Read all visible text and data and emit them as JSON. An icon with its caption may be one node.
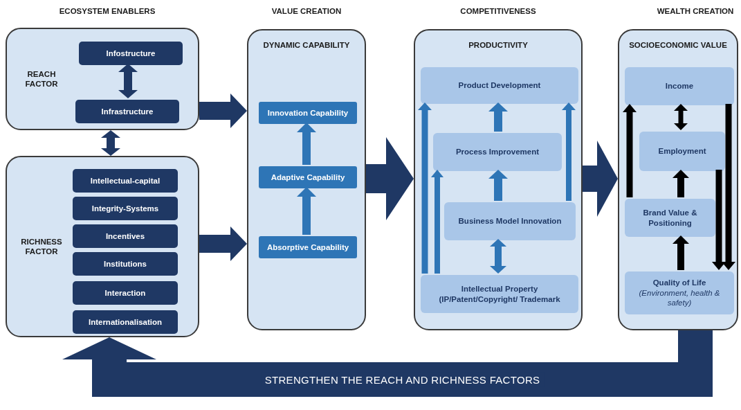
{
  "diagram": {
    "nodes": [
      {
        "text": [
          "REACH FACTOR"
        ]
      },
      {
        "text": [
          "Infostructure"
        ],
        "in": 0
      },
      {
        "text": [
          "Infrastructure"
        ],
        "in": 0
      },
      {
        "text": [
          "RICHNESS FACTOR"
        ]
      },
      {
        "text": [
          "Intellectual-capital"
        ],
        "in": 3
      },
      {
        "text": [
          "Integrity-Systems"
        ],
        "in": 3
      },
      {
        "text": [
          "Incentives"
        ],
        "in": 3
      },
      {
        "text": [
          "Institutions"
        ],
        "in": 3
      },
      {
        "text": [
          "Interaction"
        ],
        "in": 3
      },
      {
        "text": [
          "Internationalisation"
        ],
        "in": 3
      },
      {
        "text": [
          "DYNAMIC CAPABILITY"
        ]
      },
      {
        "text": [
          "Innovation Capability"
        ],
        "in": 10
      },
      {
        "text": [
          "Adaptive Capability"
        ],
        "in": 10
      },
      {
        "text": [
          "Absorptive Capability"
        ],
        "in": 10
      },
      {
        "text": [
          "PRODUCTIVITY"
        ]
      },
      {
        "text": [
          "Product Development"
        ],
        "in": 14
      },
      {
        "text": [
          "Process Improvement"
        ],
        "in": 14
      },
      {
        "text": [
          "Business Model Innovation"
        ],
        "in": 14
      },
      {
        "text": [
          "Intellectual Property (IP/Patent/Copyright/ Trademark"
        ],
        "in": 14
      },
      {
        "text": [
          "SOCIOECONOMIC VALUE"
        ]
      },
      {
        "text": [
          "Income"
        ],
        "in": 19
      },
      {
        "text": [
          "Employment"
        ],
        "in": 19
      },
      {
        "text": [
          "Brand Value & Positioning"
        ],
        "in": 19
      },
      {
        "text": [
          "Quality of Life",
          "(Environment, health & safety)"
        ],
        "in": 19
      }
    ],
    "edges": [
      {
        "from": 1,
        "to": 2,
        "arrow": "both",
        "color": "#1f3864"
      },
      {
        "from": 0,
        "to": 3,
        "arrow": "both",
        "color": "#1f3864"
      },
      {
        "from": 0,
        "to": 10,
        "arrow": "to",
        "style": "thick",
        "color": "#1f3864"
      },
      {
        "from": 3,
        "to": 10,
        "arrow": "to",
        "style": "thick",
        "color": "#1f3864"
      },
      {
        "from": 13,
        "to": 12,
        "arrow": "to"
      },
      {
        "from": 12,
        "to": 11,
        "arrow": "to"
      },
      {
        "from": 10,
        "to": 14,
        "arrow": "to",
        "style": "thick",
        "color": "#1f3864"
      },
      {
        "from": 14,
        "to": 19,
        "arrow": "to",
        "style": "thick",
        "color": "#1f3864"
      },
      {
        "from": 16,
        "to": 15,
        "arrow": "to"
      },
      {
        "from": 17,
        "to": 16,
        "arrow": "to"
      },
      {
        "from": 17,
        "to": 18,
        "arrow": "both"
      },
      {
        "from": 18,
        "to": 15,
        "arrow": "to"
      },
      {
        "from": 18,
        "to": 16,
        "arrow": "to"
      },
      {
        "from": 17,
        "to": 15,
        "arrow": "to"
      },
      {
        "from": 20,
        "to": 21,
        "arrow": "both",
        "color": "#000000"
      },
      {
        "from": 22,
        "to": 21,
        "arrow": "to",
        "color": "#000000"
      },
      {
        "from": 23,
        "to": 22,
        "arrow": "to",
        "color": "#000000"
      },
      {
        "from": 22,
        "to": 20,
        "arrow": "to",
        "color": "#000000"
      },
      {
        "from": 20,
        "to": 23,
        "arrow": "to",
        "color": "#000000"
      },
      {
        "from": 21,
        "to": 23,
        "arrow": "to",
        "color": "#000000"
      },
      {
        "from": 19,
        "to": 3,
        "arrow": "to",
        "style": "thick",
        "color": "#1f3864",
        "label": "STRENGTHEN THE REACH AND RICHNESS FACTORS"
      }
    ],
    "labels": [
      "ECOSYSTEM ENABLERS",
      "VALUE CREATION",
      "COMPETITIVENESS",
      "WEALTH CREATION"
    ]
  }
}
